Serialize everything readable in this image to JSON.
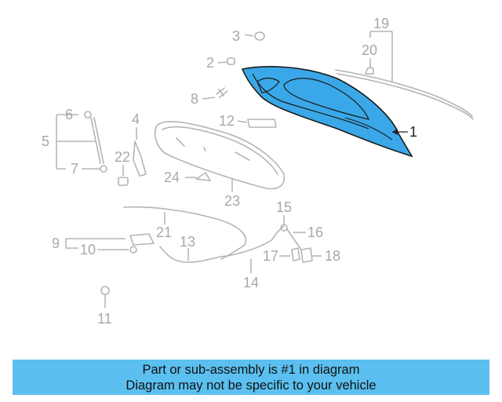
{
  "callouts": {
    "c1": "1",
    "c2": "2",
    "c3": "3",
    "c4": "4",
    "c5": "5",
    "c6": "6",
    "c7": "7",
    "c8": "8",
    "c9": "9",
    "c10": "10",
    "c11": "11",
    "c12": "12",
    "c13": "13",
    "c14": "14",
    "c15": "15",
    "c16": "16",
    "c17": "17",
    "c18": "18",
    "c19": "19",
    "c20": "20",
    "c21": "21",
    "c22": "22",
    "c23": "23",
    "c24": "24"
  },
  "highlight_color": "#3aa8e8",
  "banner": {
    "line1": "Part or sub-assembly is #1 in diagram",
    "line2": "Diagram may not be specific to your vehicle",
    "background": "#5bc0f0"
  }
}
